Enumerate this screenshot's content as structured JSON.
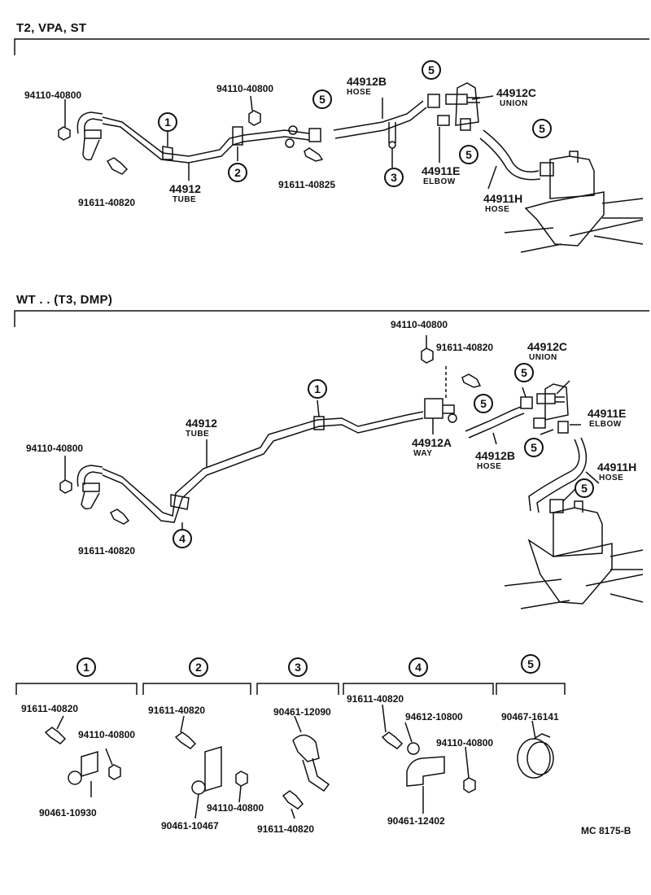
{
  "sections": {
    "top": {
      "title": "T2, VPA, ST"
    },
    "middle": {
      "title": "WT . . (T3, DMP)"
    }
  },
  "top_labels": {
    "nut_left": "94110-40800",
    "nut_mid": "94110-40800",
    "bolt_left": "91611-40820",
    "bolt_mid": "91611-40825",
    "tube_no": "44912",
    "tube_name": "TUBE",
    "hose_b_no": "44912B",
    "hose_b_name": "HOSE",
    "union_no": "44912C",
    "union_name": "UNION",
    "elbow_no": "44911E",
    "elbow_name": "ELBOW",
    "hose_h_no": "44911H",
    "hose_h_name": "HOSE",
    "c1": "1",
    "c2": "2",
    "c3": "3",
    "c5a": "5",
    "c5b": "5",
    "c5c": "5",
    "c5d": "5"
  },
  "mid_labels": {
    "nut_top": "94110-40800",
    "bolt_top": "91611-40820",
    "union_no": "44912C",
    "union_name": "UNION",
    "elbow_no": "44911E",
    "elbow_name": "ELBOW",
    "hose_h_no": "44911H",
    "hose_h_name": "HOSE",
    "tube_no": "44912",
    "tube_name": "TUBE",
    "way_no": "44912A",
    "way_name": "WAY",
    "hose_b_no": "44912B",
    "hose_b_name": "HOSE",
    "nut_left": "94110-40800",
    "bolt_left": "91611-40820",
    "c1": "1",
    "c4": "4",
    "c5a": "5",
    "c5b": "5",
    "c5c": "5",
    "c5d": "5"
  },
  "detail_groups": [
    {
      "num": "1",
      "bolt": "91611-40820",
      "nut": "94110-40800",
      "clamp": "90461-10930"
    },
    {
      "num": "2",
      "bolt": "91611-40820",
      "nut": "94110-40800",
      "clamp": "90461-10467"
    },
    {
      "num": "3",
      "clamp": "90461-12090",
      "bolt": "91611-40820"
    },
    {
      "num": "4",
      "bolt": "91611-40820",
      "washer": "94612-10800",
      "nut": "94110-40800",
      "clamp": "90461-12402"
    },
    {
      "num": "5",
      "clip": "90467-16141"
    }
  ],
  "footer": {
    "ref": "MC 8175-B"
  },
  "icons": [
    "bolt-icon",
    "nut-icon",
    "clamp-icon",
    "hose-clip-icon",
    "canister-icon"
  ]
}
